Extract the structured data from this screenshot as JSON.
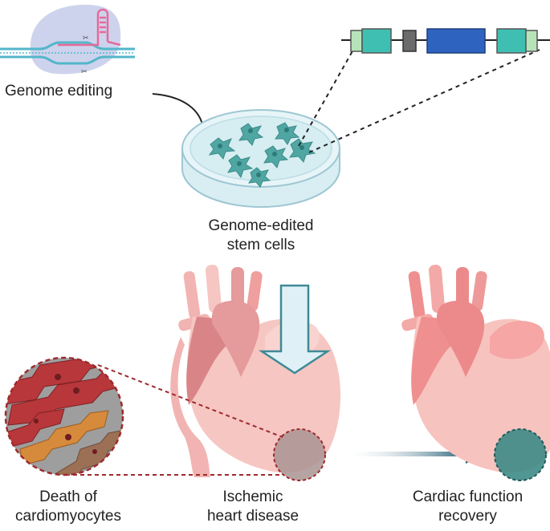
{
  "labels": {
    "genome_editing": "Genome editing",
    "edited_cells_line1": "Genome-edited",
    "edited_cells_line2": "stem cells",
    "death_line1": "Death of",
    "death_line2": "cardiomyocytes",
    "ischemic_line1": "Ischemic",
    "ischemic_line2": "heart disease",
    "recovery_line1": "Cardiac function",
    "recovery_line2": "recovery"
  },
  "icons": {
    "crispr": "crispr-dna-icon",
    "dish": "petri-dish-icon",
    "construct": "gene-construct-icon",
    "diseased_heart": "diseased-heart-icon",
    "recovered_heart": "recovered-heart-icon",
    "infarct": "infarct-zone-icon",
    "dead_cells": "dead-cardiomyocytes-icon",
    "delivery_arrow": "down-arrow-icon",
    "progress_arrow": "right-arrow-icon"
  },
  "colors": {
    "heart_pale": "#f6c6c2",
    "heart_mid": "#ee9f9e",
    "heart_dark": "#d98587",
    "heart_recovered_main": "#f7c3bf",
    "heart_recovered_dark": "#ef8f8f",
    "infarct_fill": "#a99493",
    "recovered_zone": "#3d8b86",
    "dna": "#52b7c9",
    "guide_rna": "#e56a9a",
    "cell_teal": "#4fa6a2",
    "dish_fill": "#d9eef3",
    "teal_block": "#3fbfb1",
    "blue_block": "#2e64c0",
    "gray_block": "#6b6b6b",
    "lightgreen_block": "#b7e3b8",
    "dead_red": "#b8373b",
    "dead_orange": "#d68a3c",
    "dead_brown": "#9c7055",
    "arrow_dark": "#1f5a72",
    "dashed_red": "#9e2a2d"
  }
}
